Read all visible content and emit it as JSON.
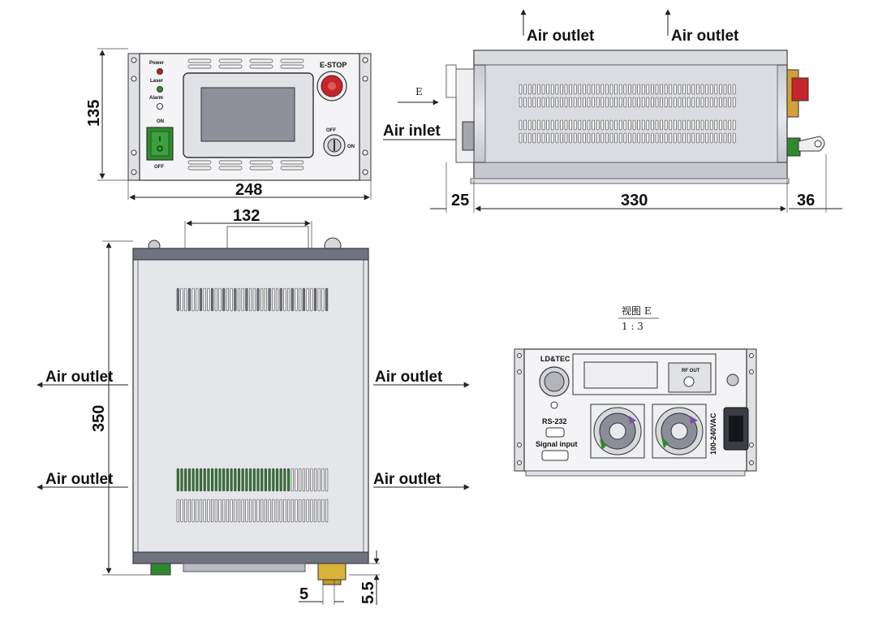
{
  "front_view": {
    "width_dim": "248",
    "height_dim": "135",
    "labels": {
      "power": "Power",
      "laser": "Laser",
      "alarm": "Alarm",
      "on": "ON",
      "off": "OFF",
      "estop": "E-STOP",
      "key_off": "OFF",
      "key_on": "ON"
    }
  },
  "side_view": {
    "view_arrow": "E",
    "air_outlet_left": "Air outlet",
    "air_outlet_right": "Air outlet",
    "air_inlet": "Air inlet",
    "dim_left": "25",
    "dim_middle": "330",
    "dim_right": "36"
  },
  "top_view": {
    "handle_dim": "132",
    "length_dim": "350",
    "air_outlet_left_top": "Air outlet",
    "air_outlet_right_top": "Air outlet",
    "air_outlet_left_bottom": "Air outlet",
    "air_outlet_right_bottom": "Air outlet",
    "dim_small_1": "5",
    "dim_small_2": "5.5"
  },
  "rear_view": {
    "caption_title": "视图 E",
    "caption_scale": "1 : 3",
    "ld_tec": "LD&TEC",
    "rs232": "RS-232",
    "signal_input": "Signal input",
    "rf_out": "RF OUT",
    "power_input": "100-240VAC"
  },
  "colors": {
    "body": "#e4e6ea",
    "dark": "#6f7380",
    "screen": "#8d9099",
    "green": "#2f7a2f",
    "estop": "#c6252b",
    "brass": "#d9b23a"
  }
}
